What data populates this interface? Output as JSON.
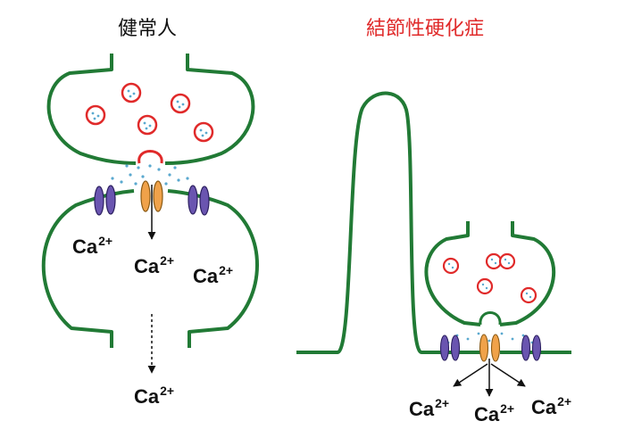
{
  "left_panel": {
    "title": "健常人",
    "ions": [
      {
        "base": "Ca",
        "charge": "2+"
      },
      {
        "base": "Ca",
        "charge": "2+"
      },
      {
        "base": "Ca",
        "charge": "2+"
      },
      {
        "base": "Ca",
        "charge": "2+"
      }
    ]
  },
  "right_panel": {
    "title": "結節性硬化症",
    "ions": [
      {
        "base": "Ca",
        "charge": "2+"
      },
      {
        "base": "Ca",
        "charge": "2+"
      },
      {
        "base": "Ca",
        "charge": "2+"
      }
    ]
  },
  "colors": {
    "membrane": "#217a35",
    "vesicle": "#e02a2a",
    "neurotransmitter": "#5aa9cf",
    "channel_blue": "#6a55b0",
    "channel_orange": "#f0a24a",
    "title_left": "#111111",
    "title_right": "#e02a2a"
  }
}
